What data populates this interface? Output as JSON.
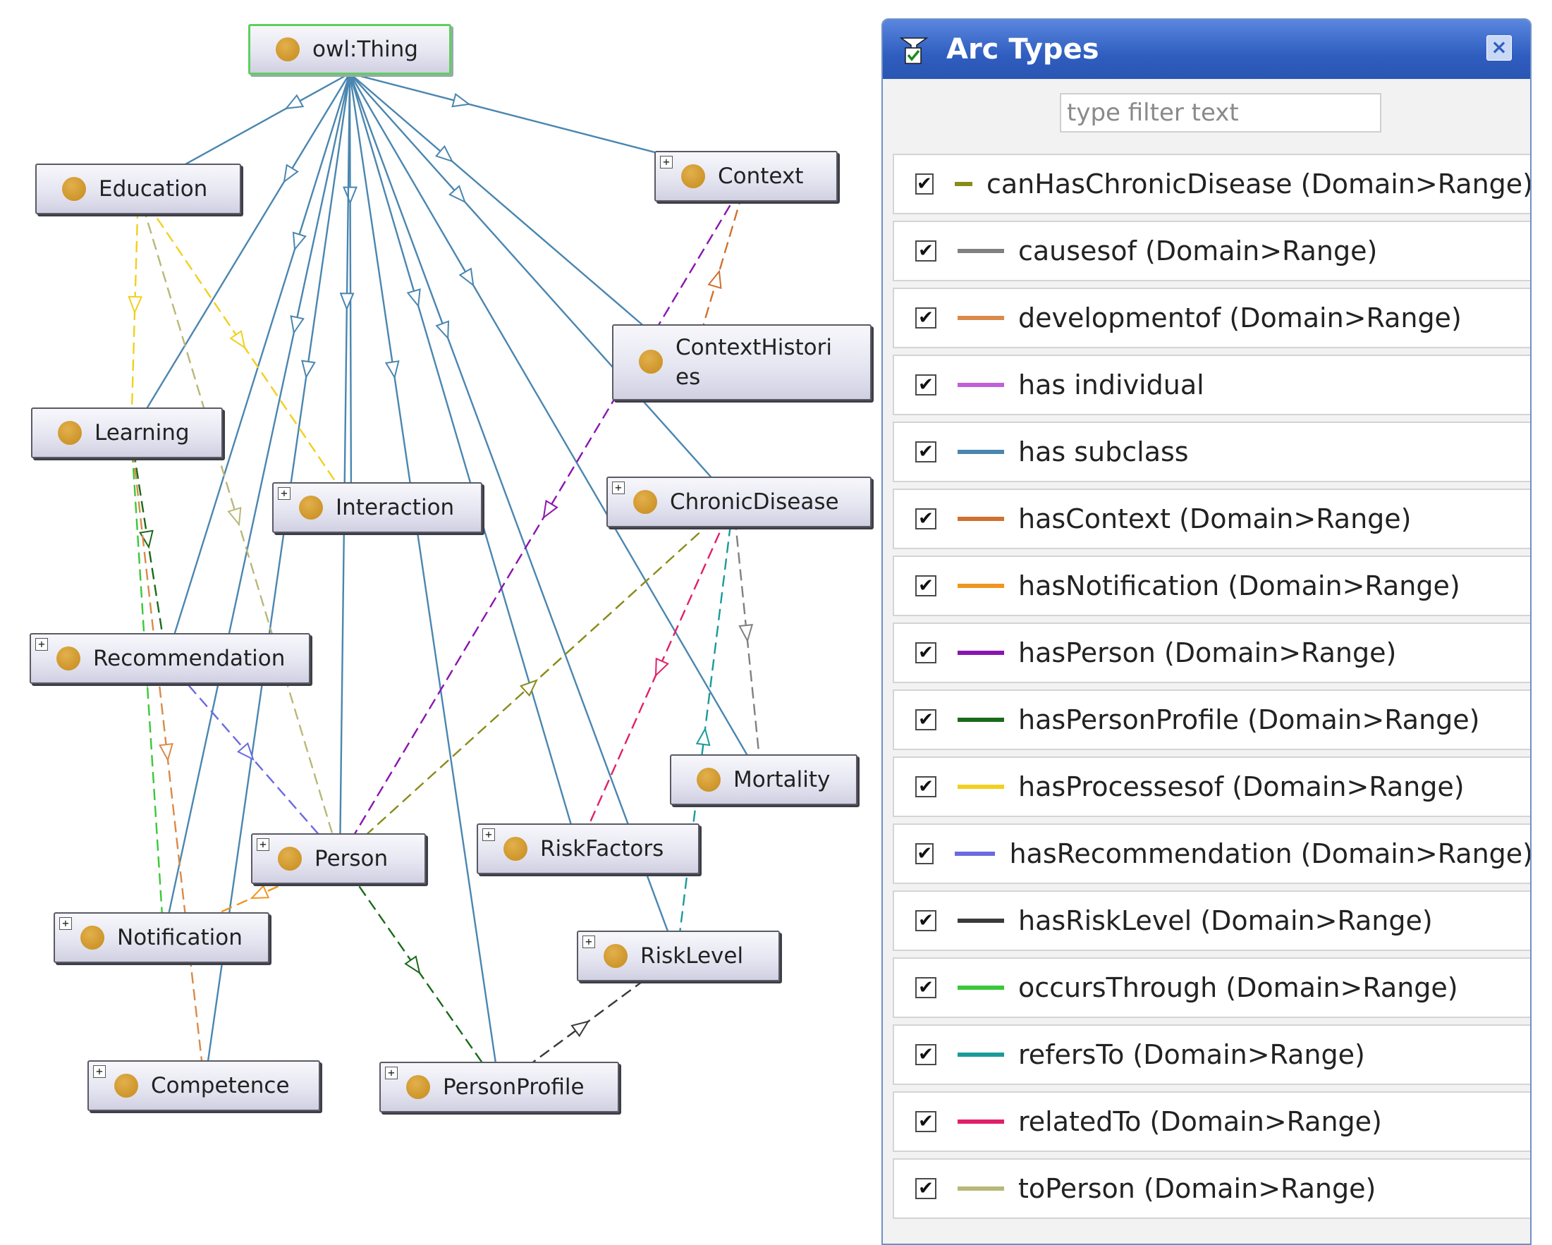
{
  "graph": {
    "nodes": [
      {
        "id": "owl_thing",
        "label": "owl:Thing",
        "expandable": false,
        "root": true
      },
      {
        "id": "education",
        "label": "Education",
        "expandable": false
      },
      {
        "id": "context",
        "label": "Context",
        "expandable": true
      },
      {
        "id": "contexthistories",
        "label": "ContextHistories",
        "expandable": false
      },
      {
        "id": "learning",
        "label": "Learning",
        "expandable": false
      },
      {
        "id": "interaction",
        "label": "Interaction",
        "expandable": true
      },
      {
        "id": "chronicdisease",
        "label": "ChronicDisease",
        "expandable": true
      },
      {
        "id": "recommendation",
        "label": "Recommendation",
        "expandable": true
      },
      {
        "id": "mortality",
        "label": "Mortality",
        "expandable": false
      },
      {
        "id": "person",
        "label": "Person",
        "expandable": true
      },
      {
        "id": "riskfactors",
        "label": "RiskFactors",
        "expandable": true
      },
      {
        "id": "notification",
        "label": "Notification",
        "expandable": true
      },
      {
        "id": "risklevel",
        "label": "RiskLevel",
        "expandable": true
      },
      {
        "id": "competence",
        "label": "Competence",
        "expandable": true
      },
      {
        "id": "personprofile",
        "label": "PersonProfile",
        "expandable": true
      }
    ],
    "arcs": [
      {
        "from": "owl_thing",
        "to": "education",
        "type": "has subclass"
      },
      {
        "from": "owl_thing",
        "to": "context",
        "type": "has subclass"
      },
      {
        "from": "owl_thing",
        "to": "contexthistories",
        "type": "has subclass"
      },
      {
        "from": "owl_thing",
        "to": "learning",
        "type": "has subclass"
      },
      {
        "from": "owl_thing",
        "to": "interaction",
        "type": "has subclass"
      },
      {
        "from": "owl_thing",
        "to": "chronicdisease",
        "type": "has subclass"
      },
      {
        "from": "owl_thing",
        "to": "recommendation",
        "type": "has subclass"
      },
      {
        "from": "owl_thing",
        "to": "mortality",
        "type": "has subclass"
      },
      {
        "from": "owl_thing",
        "to": "person",
        "type": "has subclass"
      },
      {
        "from": "owl_thing",
        "to": "riskfactors",
        "type": "has subclass"
      },
      {
        "from": "owl_thing",
        "to": "notification",
        "type": "has subclass"
      },
      {
        "from": "owl_thing",
        "to": "risklevel",
        "type": "has subclass"
      },
      {
        "from": "owl_thing",
        "to": "competence",
        "type": "has subclass"
      },
      {
        "from": "owl_thing",
        "to": "personprofile",
        "type": "has subclass"
      },
      {
        "from": "contexthistories",
        "to": "context",
        "type": "hasContext (Domain>Range)"
      },
      {
        "from": "context",
        "to": "person",
        "type": "hasPerson (Domain>Range)"
      },
      {
        "from": "education",
        "to": "learning",
        "type": "hasProcessesof (Domain>Range)"
      },
      {
        "from": "education",
        "to": "interaction",
        "type": "hasProcessesof (Domain>Range)"
      },
      {
        "from": "education",
        "to": "person",
        "type": "toPerson (Domain>Range)"
      },
      {
        "from": "learning",
        "to": "recommendation",
        "type": "hasPersonProfile (Domain>Range)"
      },
      {
        "from": "learning",
        "to": "notification",
        "type": "occursThrough (Domain>Range)"
      },
      {
        "from": "learning",
        "to": "competence",
        "type": "developmentof (Domain>Range)"
      },
      {
        "from": "recommendation",
        "to": "person",
        "type": "hasRecommendation (Domain>Range)"
      },
      {
        "from": "person",
        "to": "notification",
        "type": "hasNotification (Domain>Range)"
      },
      {
        "from": "person",
        "to": "personprofile",
        "type": "hasPersonProfile (Domain>Range)"
      },
      {
        "from": "person",
        "to": "chronicdisease",
        "type": "canHasChronicDisease (Domain>Range)"
      },
      {
        "from": "chronicdisease",
        "to": "riskfactors",
        "type": "relatedTo (Domain>Range)"
      },
      {
        "from": "chronicdisease",
        "to": "mortality",
        "type": "causesof (Domain>Range)"
      },
      {
        "from": "risklevel",
        "to": "chronicdisease",
        "type": "refersTo (Domain>Range)"
      },
      {
        "from": "personprofile",
        "to": "risklevel",
        "type": "hasRiskLevel (Domain>Range)"
      }
    ]
  },
  "panel": {
    "title": "Arc Types",
    "icon": "filter-checkbox-icon",
    "close_icon": "close-icon",
    "filter_placeholder": "type filter text",
    "arc_types": [
      {
        "label": "canHasChronicDisease (Domain>Range)",
        "color": "#8a8a1a",
        "checked": true
      },
      {
        "label": "causesof (Domain>Range)",
        "color": "#808080",
        "checked": true
      },
      {
        "label": "developmentof (Domain>Range)",
        "color": "#d98a4a",
        "checked": true
      },
      {
        "label": "has individual",
        "color": "#c060d8",
        "checked": true
      },
      {
        "label": "has subclass",
        "color": "#4a86b0",
        "checked": true
      },
      {
        "label": "hasContext (Domain>Range)",
        "color": "#d07030",
        "checked": true
      },
      {
        "label": "hasNotification (Domain>Range)",
        "color": "#f0961e",
        "checked": true
      },
      {
        "label": "hasPerson (Domain>Range)",
        "color": "#8a14b0",
        "checked": true
      },
      {
        "label": "hasPersonProfile (Domain>Range)",
        "color": "#1a6a1a",
        "checked": true
      },
      {
        "label": "hasProcessesof (Domain>Range)",
        "color": "#f0d020",
        "checked": true
      },
      {
        "label": "hasRecommendation (Domain>Range)",
        "color": "#6a6ae0",
        "checked": true
      },
      {
        "label": "hasRiskLevel (Domain>Range)",
        "color": "#3a3a3a",
        "checked": true
      },
      {
        "label": "occursThrough (Domain>Range)",
        "color": "#3ac83a",
        "checked": true
      },
      {
        "label": "refersTo (Domain>Range)",
        "color": "#1a9a9a",
        "checked": true
      },
      {
        "label": "relatedTo (Domain>Range)",
        "color": "#e0206a",
        "checked": true
      },
      {
        "label": "toPerson (Domain>Range)",
        "color": "#b8b878",
        "checked": true
      }
    ]
  }
}
